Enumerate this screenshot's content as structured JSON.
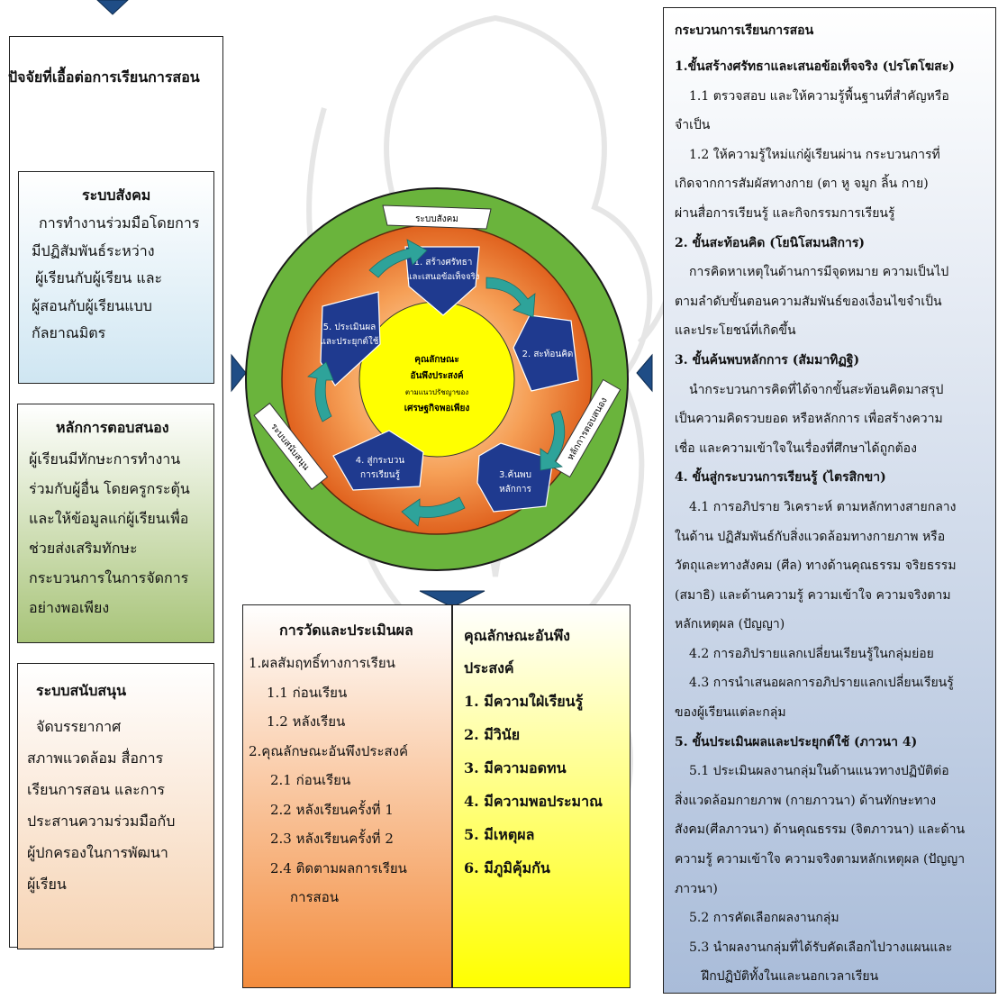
{
  "left_title": "ปัจจัยที่เอื้อต่อการเรียนการสอน",
  "social": {
    "title": "ระบบสังคม",
    "lines": [
      "การทำงานร่วมมือโดยการ",
      "มีปฏิสัมพันธ์ระหว่าง",
      "ผู้เรียนกับผู้เรียน และ",
      "ผู้สอนกับผู้เรียนแบบ",
      "กัลยาณมิตร"
    ]
  },
  "response": {
    "title": "หลักการตอบสนอง",
    "lines": [
      "ผู้เรียนมีทักษะการทำงาน",
      "ร่วมกับผู้อื่น โดยครูกระตุ้น",
      "และให้ข้อมูลแก่ผู้เรียนเพื่อ",
      "ช่วยส่งเสริมทักษะ",
      "กระบวนการในการจัดการ",
      "อย่างพอเพียง"
    ]
  },
  "support": {
    "title": "ระบบสนับสนุน",
    "lines": [
      "จัดบรรยากาศ",
      "สภาพแวดล้อม สื่อการ",
      "เรียนการสอน และการ",
      "ประสานความร่วมมือกับ",
      "ผู้ปกครองในการพัฒนา",
      "ผู้เรียน"
    ]
  },
  "evaluation": {
    "title": "การวัดและประเมินผล",
    "lines": [
      "1.ผลสัมฤทธิ์ทางการเรียน",
      "1.1 ก่อนเรียน",
      "1.2 หลังเรียน",
      "2.คุณลักษณะอันพึงประสงค์",
      "2.1 ก่อนเรียน",
      "2.2 หลังเรียนครั้งที่ 1",
      "2.3 หลังเรียนครั้งที่ 2",
      "2.4  ติดตามผลการเรียน",
      "การสอน"
    ]
  },
  "characteristics": {
    "title_lines": [
      "คุณลักษณะอันพึง",
      "ประสงค์"
    ],
    "items": [
      "1. มีความใฝ่เรียนรู้",
      "2. มีวินัย",
      "3. มีความอดทน",
      "4. มีความพอประมาณ",
      "5. มีเหตุผล",
      "6. มีภูมิคุ้มกัน"
    ]
  },
  "process": {
    "title": "กระบวนการเรียนการสอน",
    "lines": [
      {
        "text": "1.ขั้นสร้างศรัทธาและเสนอข้อเท็จจริง (ปรโตโฆสะ)",
        "bold": true
      },
      {
        "text": "1.1 ตรวจสอบ และให้ความรู้พื้นฐานที่สำคัญหรือ",
        "bold": false
      },
      {
        "text": "จำเป็น",
        "bold": false
      },
      {
        "text": "1.2 ให้ความรู้ใหม่แก่ผู้เรียนผ่าน กระบวนการที่",
        "bold": false
      },
      {
        "text": "เกิดจากการสัมผัสทางกาย (ตา หู จมูก  ลิ้น กาย)",
        "bold": false
      },
      {
        "text": "ผ่านสื่อการเรียนรู้ และกิจกรรมการเรียนรู้",
        "bold": false
      },
      {
        "text": "2. ขั้นสะท้อนคิด (โยนิโสมนสิการ)",
        "bold": true
      },
      {
        "text": "การคิดหาเหตุในด้านการมีจุดหมาย ความเป็นไป",
        "bold": false
      },
      {
        "text": "ตามลำดับขั้นตอนความสัมพันธ์ของเงื่อนไขจำเป็น",
        "bold": false
      },
      {
        "text": "และประโยชน์ที่เกิดขึ้น",
        "bold": false
      },
      {
        "text": "3. ขั้นค้นพบหลักการ (สัมมาทิฏฐิ)",
        "bold": true
      },
      {
        "text": "นำกระบวนการคิดที่ได้จากขั้นสะท้อนคิดมาสรุป",
        "bold": false
      },
      {
        "text": "เป็นความคิดรวบยอด หรือหลักการ เพื่อสร้างความ",
        "bold": false
      },
      {
        "text": "เชื่อ และความเข้าใจในเรื่องที่ศึกษาได้ถูกต้อง",
        "bold": false
      },
      {
        "text": "4. ขั้นสู่กระบวนการเรียนรู้ (ไตรสิกขา)",
        "bold": true
      },
      {
        "text": "4.1  การอภิปราย วิเคราะห์ ตามหลักทางสายกลาง",
        "bold": false
      },
      {
        "text": "ในด้าน ปฏิสัมพันธ์กับสิ่งแวดล้อมทางกายภาพ หรือ",
        "bold": false
      },
      {
        "text": "วัตถุและทางสังคม (ศีล)  ทางด้านคุณธรรม จริยธรรม",
        "bold": false
      },
      {
        "text": "(สมาธิ)  และด้านความรู้ ความเข้าใจ ความจริงตาม",
        "bold": false
      },
      {
        "text": "หลักเหตุผล (ปัญญา)",
        "bold": false
      },
      {
        "text": "4.2  การอภิปรายแลกเปลี่ยนเรียนรู้ในกลุ่มย่อย",
        "bold": false
      },
      {
        "text": "4.3  การนำเสนอผลการอภิปรายแลกเปลี่ยนเรียนรู้",
        "bold": false
      },
      {
        "text": "ของผู้เรียนแต่ละกลุ่ม",
        "bold": false
      },
      {
        "text": "5. ขั้นประเมินผลและประยุกต์ใช้ (ภาวนา 4)",
        "bold": true
      },
      {
        "text": "5.1  ประเมินผลงานกลุ่มในด้านแนวทางปฏิบัติต่อ",
        "bold": false
      },
      {
        "text": "สิ่งแวดล้อมกายภาพ (กายภาวนา) ด้านทักษะทาง",
        "bold": false
      },
      {
        "text": "สังคม(ศีลภาวนา) ด้านคุณธรรม (จิตภาวนา) และด้าน",
        "bold": false
      },
      {
        "text": "ความรู้ ความเข้าใจ ความจริงตามหลักเหตุผล (ปัญญา",
        "bold": false
      },
      {
        "text": "ภาวนา)",
        "bold": false
      },
      {
        "text": "5.2  การคัดเลือกผลงานกลุ่ม",
        "bold": false
      },
      {
        "text": "5.3  นำผลงานกลุ่มที่ได้รับคัดเลือกไปวางแผนและ",
        "bold": false
      },
      {
        "text": "ฝึกปฏิบัติทั้งในและนอกเวลาเรียน",
        "bold": false
      }
    ]
  },
  "circle": {
    "center_lines": [
      "คุณลักษณะ",
      "อันพึงประสงค์",
      "ตามแนวปรัชญาของ",
      "เศรษฐกิจพอเพียง"
    ],
    "tab_social": "ระบบสังคม",
    "tab_support": "ระบบสนับสนุน",
    "tab_response": "หลักการตอบสนอง",
    "steps": [
      {
        "l1": "1. สร้างศรัทธา",
        "l2": "และเสนอข้อเท็จจริง"
      },
      {
        "l1": "2. สะท้อนคิด",
        "l2": ""
      },
      {
        "l1": "3.ค้นพบ",
        "l2": "หลักการ"
      },
      {
        "l1": "4. สู่กระบวน",
        "l2": "การเรียนรู้"
      },
      {
        "l1": "5. ประเมินผล",
        "l2": "และประยุกต์ใช้"
      }
    ]
  },
  "colors": {
    "green_ring": "#6ab43c",
    "orange_ring": "#f07a2c",
    "center": "#ffff00",
    "step_fill": "#1f3a8f",
    "arrow": "#2ea39a",
    "triangle": "#1f4d86"
  }
}
